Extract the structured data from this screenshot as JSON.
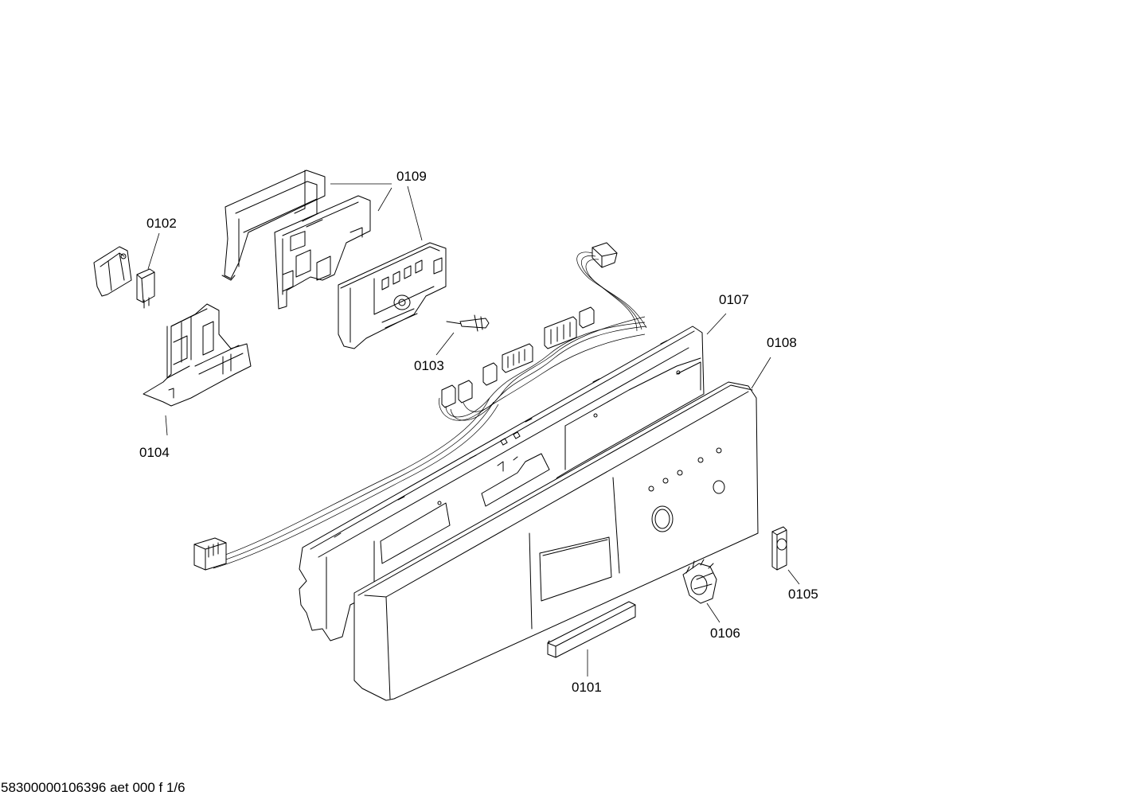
{
  "callouts": {
    "p0101": "0101",
    "p0102": "0102",
    "p0103": "0103",
    "p0104": "0104",
    "p0105": "0105",
    "p0106": "0106",
    "p0107": "0107",
    "p0108": "0108",
    "p0109": "0109"
  },
  "footer": {
    "code": "58300000106396 aet 000 f 1/6"
  }
}
